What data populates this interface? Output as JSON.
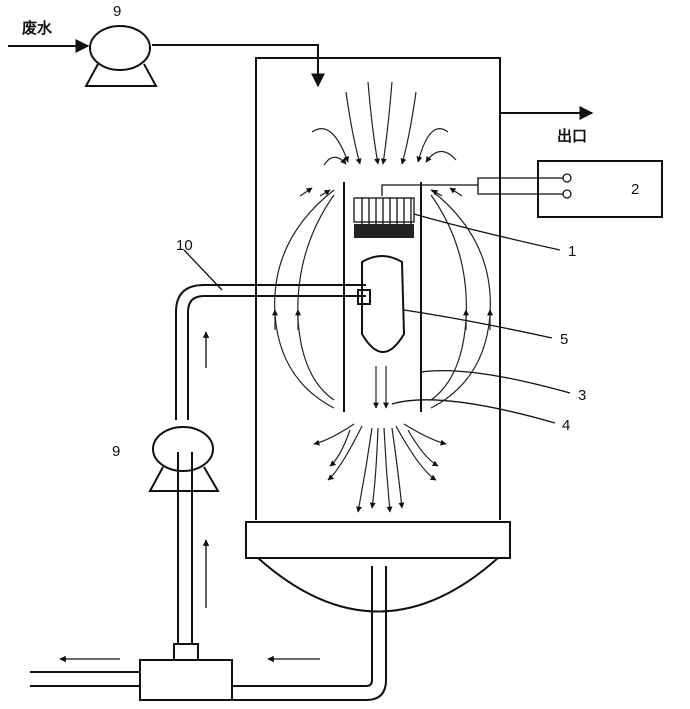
{
  "labels": {
    "wastewater": "废水",
    "outlet": "出口",
    "pump_top": "9",
    "pump_left": "9",
    "power_supply": "2",
    "pipe_inlet": "10",
    "callout_1": "1",
    "callout_5": "5",
    "callout_3": "3",
    "callout_4": "4"
  }
}
